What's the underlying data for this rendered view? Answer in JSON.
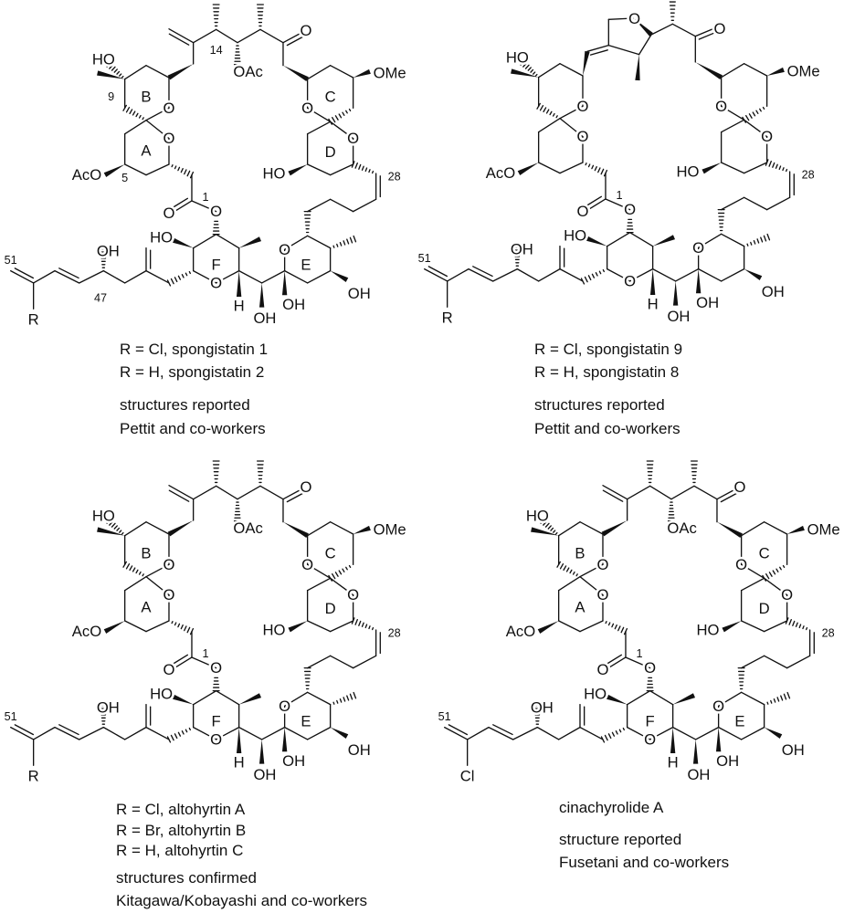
{
  "structures": [
    {
      "name": "spongistatin-1-2",
      "top": "standard",
      "labels": {
        "ketoneO": "O",
        "c14": "14",
        "oac": "OAc",
        "ho9": "HO",
        "c9": "9",
        "ringB": "B",
        "oB": "O",
        "oA": "O",
        "ringA": "A",
        "aco": "AcO",
        "c5": "5",
        "c1": "1",
        "esterCO": "O",
        "esterO": "O",
        "hoF": "HO",
        "ringF": "F",
        "oh47": "OH",
        "c51": "51",
        "c47": "47",
        "r": "R",
        "oF": "O",
        "h": "H",
        "ohBr": "OH",
        "ohE1": "OH",
        "ringE": "E",
        "oE": "O",
        "ohE2": "OH",
        "ringC": "C",
        "ome": "OMe",
        "oC": "O",
        "oD": "O",
        "ringD": "D",
        "hoD": "HO",
        "c28": "28"
      },
      "captions": [
        "R = Cl, spongistatin 1",
        "R = H, spongistatin 2",
        "structures  reported",
        "Pettit and co-workers"
      ]
    },
    {
      "name": "spongistatin-9-8",
      "top": "furan",
      "labels": {
        "ketoneO": "O",
        "furanO": "O",
        "ho9": "HO",
        "oB": "O",
        "oA": "O",
        "aco": "AcO",
        "c1": "1",
        "esterCO": "O",
        "esterO": "O",
        "hoF": "HO",
        "oh47": "OH",
        "c51": "51",
        "r": "R",
        "oF": "O",
        "h": "H",
        "ohBr": "OH",
        "ohE1": "OH",
        "oE": "O",
        "ohE2": "OH",
        "ome": "OMe",
        "oC": "O",
        "oD": "O",
        "hoD": "HO",
        "c28": "28"
      },
      "captions": [
        "R = Cl, spongistatin 9",
        "R = H, spongistatin 8",
        "structures  reported",
        "Pettit and co-workers"
      ]
    },
    {
      "name": "altohyrtin-a-b-c",
      "top": "standard",
      "labels": {
        "ketoneO": "O",
        "oac": "OAc",
        "ho9": "HO",
        "ringB": "B",
        "oB": "O",
        "oA": "O",
        "ringA": "A",
        "aco": "AcO",
        "c1": "1",
        "esterCO": "O",
        "esterO": "O",
        "hoF": "HO",
        "ringF": "F",
        "oh47": "OH",
        "c51": "51",
        "r": "R",
        "oF": "O",
        "h": "H",
        "ohBr": "OH",
        "ohE1": "OH",
        "ringE": "E",
        "oE": "O",
        "ohE2": "OH",
        "ringC": "C",
        "ome": "OMe",
        "oC": "O",
        "oD": "O",
        "ringD": "D",
        "hoD": "HO",
        "c28": "28"
      },
      "captions": [
        "R = Cl, altohyrtin A",
        "R = Br, altohyrtin B",
        "R = H, altohyrtin C",
        "structures confirmed",
        "Kitagawa/Kobayashi and co-workers"
      ]
    },
    {
      "name": "cinachyrolide-a",
      "top": "standard",
      "labels": {
        "ketoneO": "O",
        "oac": "OAc",
        "ho9": "HO",
        "ringB": "B",
        "oB": "O",
        "oA": "O",
        "ringA": "A",
        "aco": "AcO",
        "c1": "1",
        "esterCO": "O",
        "esterO": "O",
        "hoF": "HO",
        "ringF": "F",
        "oh47": "OH",
        "c51": "51",
        "r": "Cl",
        "oF": "O",
        "h": "H",
        "ohBr": "OH",
        "ohE1": "OH",
        "ringE": "E",
        "oE": "O",
        "ohE2": "OH",
        "ringC": "C",
        "ome": "OMe",
        "oC": "O",
        "oD": "O",
        "ringD": "D",
        "hoD": "HO",
        "c28": "28"
      },
      "captions": [
        "cinachyrolide A",
        "structure reported",
        "Fusetani and co-workers"
      ]
    }
  ]
}
